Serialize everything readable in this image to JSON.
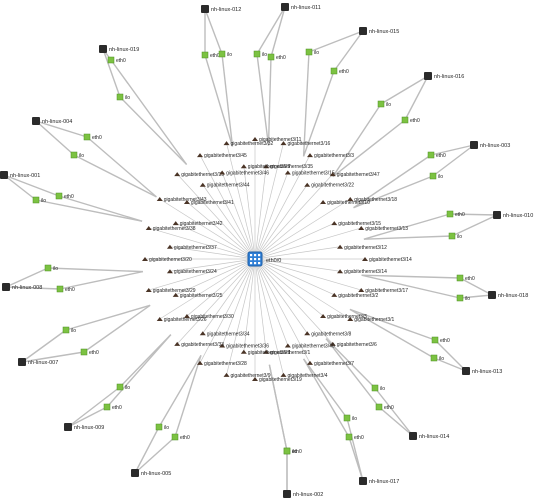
{
  "colors": {
    "link": "#bdbdbd",
    "spoke": "#c6c6c6",
    "hub": "#2f7fd6",
    "hub_fill": "#e3f0ff",
    "host": "#2b2b2b",
    "iface": "#7cc242",
    "port": "#4a3426"
  },
  "hub": {
    "label": "eth0/0"
  },
  "hosts": [
    {
      "name": "nh-linux-012",
      "iface1": "eth0",
      "iface2": "ilo"
    },
    {
      "name": "nh-linux-011",
      "iface1": "eth0",
      "iface2": "ilo"
    },
    {
      "name": "nh-linux-015",
      "iface1": "eth0",
      "iface2": "ilo"
    },
    {
      "name": "nh-linux-016",
      "iface1": "eth0",
      "iface2": "ilo"
    },
    {
      "name": "nh-linux-003",
      "iface1": "eth0",
      "iface2": "ilo"
    },
    {
      "name": "nh-linux-010",
      "iface1": "eth0",
      "iface2": "ilo"
    },
    {
      "name": "nh-linux-018",
      "iface1": "eth0",
      "iface2": "ilo"
    },
    {
      "name": "nh-linux-013",
      "iface1": "eth0",
      "iface2": "ilo"
    },
    {
      "name": "nh-linux-014",
      "iface1": "eth0",
      "iface2": "ilo"
    },
    {
      "name": "nh-linux-017",
      "iface1": "eth0",
      "iface2": "ilo"
    },
    {
      "name": "nh-linux-002",
      "iface1": "eth0",
      "iface2": "ilo"
    },
    {
      "name": "nh-linux-005",
      "iface1": "eth0",
      "iface2": "ilo"
    },
    {
      "name": "nh-linux-009",
      "iface1": "eth0",
      "iface2": "ilo"
    },
    {
      "name": "nh-linux-007",
      "iface1": "eth0",
      "iface2": "ilo"
    },
    {
      "name": "nh-linux-008",
      "iface1": "eth0",
      "iface2": "ilo"
    },
    {
      "name": "nh-linux-001",
      "iface1": "eth0",
      "iface2": "ilo"
    },
    {
      "name": "nh-linux-004",
      "iface1": "eth0",
      "iface2": "ilo"
    },
    {
      "name": "nh-linux-019",
      "iface1": "eth0",
      "iface2": "ilo"
    }
  ],
  "ports": [
    "gigabitethernet3/11",
    "gigabitethernet3/35",
    "gigabitethernet3/16",
    "gigabitethernet3/15",
    "gigabitethernet3/3",
    "gigabitethernet3/22",
    "gigabitethernet3/47",
    "gigabitethernet3/10",
    "gigabitethernet3/18",
    "gigabitethernet3/15",
    "gigabitethernet3/13",
    "gigabitethernet3/12",
    "gigabitethernet3/14",
    "gigabitethernet3/14",
    "gigabitethernet3/17",
    "gigabitethernet3/2",
    "gigabitethernet3/1",
    "gigabitethernet3/5",
    "gigabitethernet3/6",
    "gigabitethernet3/8",
    "gigabitethernet3/7",
    "gigabitethernet3/40",
    "gigabitethernet3/4",
    "gigabitethernet3/1",
    "gigabitethernet3/19",
    "gigabitethernet3/21",
    "gigabitethernet3/9",
    "gigabitethernet3/36",
    "gigabitethernet3/28",
    "gigabitethernet3/34",
    "gigabitethernet3/33",
    "gigabitethernet3/30",
    "gigabitethernet3/26",
    "gigabitethernet3/25",
    "gigabitethernet3/29",
    "gigabitethernet3/24",
    "gigabitethernet3/20",
    "gigabitethernet3/37",
    "gigabitethernet3/38",
    "gigabitethernet3/42",
    "gigabitethernet3/43",
    "gigabitethernet3/41",
    "gigabitethernet3/39",
    "gigabitethernet3/44",
    "gigabitethernet3/45",
    "gigabitethernet3/46",
    "gigabitethernet3/32",
    "gigabitethernet3/27"
  ]
}
